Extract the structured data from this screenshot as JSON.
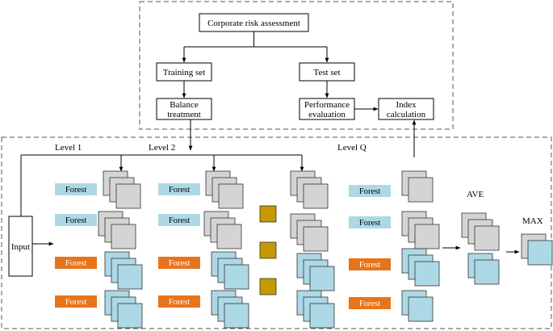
{
  "top": {
    "corporate": "Corporate risk assessment",
    "training": "Training set",
    "test": "Test set",
    "balance_1": "Balance",
    "balance_2": "treatment",
    "performance_1": "Performance",
    "performance_2": "evaluation",
    "index_1": "Index",
    "index_2": "calculation"
  },
  "cascade": {
    "input": "Input",
    "level1": "Level 1",
    "level2": "Level 2",
    "levelq": "Level Q",
    "ave": "AVE",
    "max": "MAX",
    "forest": "Forest"
  },
  "colors": {
    "forest_blue": "#add8e6",
    "forest_orange": "#e8741a",
    "gray_box": "#d4d4d4",
    "cyan_box": "#add8e6",
    "ellipsis_square": "#c49a00"
  }
}
